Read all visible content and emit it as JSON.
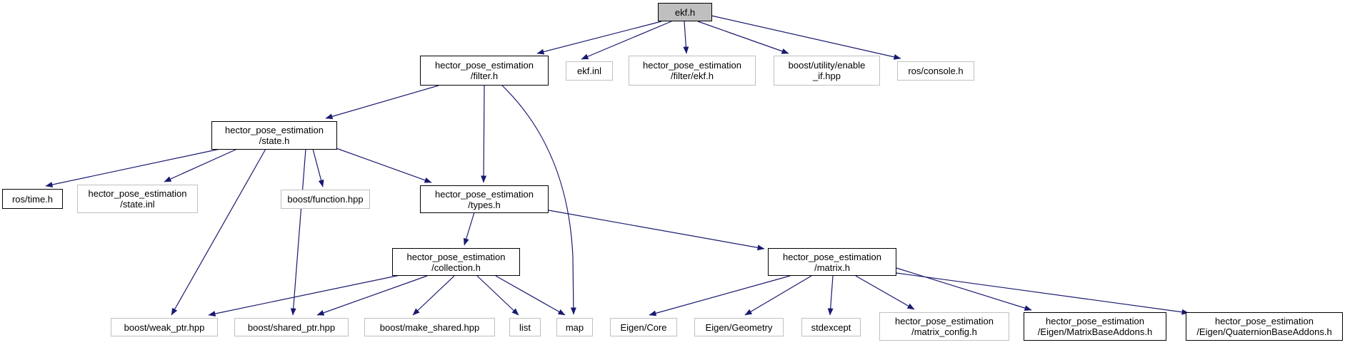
{
  "diagram": {
    "type": "include-dependency-graph",
    "root_file": "ekf.h",
    "colors": {
      "edge": "#191970",
      "node_fill": "#ffffff",
      "root_fill": "#bfbfbf",
      "border_dark": "#000000",
      "border_light": "#c0c0c0",
      "text": "#000000"
    },
    "nodes": [
      {
        "id": "ekf-h",
        "label": "ekf.h"
      },
      {
        "id": "filter-h",
        "label": "hector_pose_estimation\n/filter.h"
      },
      {
        "id": "ekf-inl",
        "label": "ekf.inl"
      },
      {
        "id": "filter-ekf-h",
        "label": "hector_pose_estimation\n/filter/ekf.h"
      },
      {
        "id": "enable-if-hpp",
        "label": "boost/utility/enable\n_if.hpp"
      },
      {
        "id": "ros-console-h",
        "label": "ros/console.h"
      },
      {
        "id": "state-h",
        "label": "hector_pose_estimation\n/state.h"
      },
      {
        "id": "ros-time-h",
        "label": "ros/time.h"
      },
      {
        "id": "state-inl",
        "label": "hector_pose_estimation\n/state.inl"
      },
      {
        "id": "boost-function-hpp",
        "label": "boost/function.hpp"
      },
      {
        "id": "types-h",
        "label": "hector_pose_estimation\n/types.h"
      },
      {
        "id": "collection-h",
        "label": "hector_pose_estimation\n/collection.h"
      },
      {
        "id": "matrix-h",
        "label": "hector_pose_estimation\n/matrix.h"
      },
      {
        "id": "boost-weak-ptr-hpp",
        "label": "boost/weak_ptr.hpp"
      },
      {
        "id": "boost-shared-ptr-hpp",
        "label": "boost/shared_ptr.hpp"
      },
      {
        "id": "boost-make-shared-hpp",
        "label": "boost/make_shared.hpp"
      },
      {
        "id": "list",
        "label": "list"
      },
      {
        "id": "map",
        "label": "map"
      },
      {
        "id": "eigen-core",
        "label": "Eigen/Core"
      },
      {
        "id": "eigen-geometry",
        "label": "Eigen/Geometry"
      },
      {
        "id": "stdexcept",
        "label": "stdexcept"
      },
      {
        "id": "matrix-config-h",
        "label": "hector_pose_estimation\n/matrix_config.h"
      },
      {
        "id": "matrix-base-addons-h",
        "label": "hector_pose_estimation\n/Eigen/MatrixBaseAddons.h"
      },
      {
        "id": "quaternion-base-addons-h",
        "label": "hector_pose_estimation\n/Eigen/QuaternionBaseAddons.h"
      }
    ],
    "edges": [
      {
        "from": "ekf.h",
        "to": "hector_pose_estimation/filter.h"
      },
      {
        "from": "ekf.h",
        "to": "ekf.inl"
      },
      {
        "from": "ekf.h",
        "to": "hector_pose_estimation/filter/ekf.h"
      },
      {
        "from": "ekf.h",
        "to": "boost/utility/enable_if.hpp"
      },
      {
        "from": "ekf.h",
        "to": "ros/console.h"
      },
      {
        "from": "hector_pose_estimation/filter.h",
        "to": "hector_pose_estimation/state.h"
      },
      {
        "from": "hector_pose_estimation/filter.h",
        "to": "hector_pose_estimation/types.h"
      },
      {
        "from": "hector_pose_estimation/filter.h",
        "to": "map"
      },
      {
        "from": "hector_pose_estimation/state.h",
        "to": "ros/time.h"
      },
      {
        "from": "hector_pose_estimation/state.h",
        "to": "hector_pose_estimation/state.inl"
      },
      {
        "from": "hector_pose_estimation/state.h",
        "to": "boost/weak_ptr.hpp"
      },
      {
        "from": "hector_pose_estimation/state.h",
        "to": "boost/shared_ptr.hpp"
      },
      {
        "from": "hector_pose_estimation/state.h",
        "to": "boost/function.hpp"
      },
      {
        "from": "hector_pose_estimation/state.h",
        "to": "hector_pose_estimation/types.h"
      },
      {
        "from": "hector_pose_estimation/types.h",
        "to": "hector_pose_estimation/collection.h"
      },
      {
        "from": "hector_pose_estimation/types.h",
        "to": "hector_pose_estimation/matrix.h"
      },
      {
        "from": "hector_pose_estimation/collection.h",
        "to": "boost/weak_ptr.hpp"
      },
      {
        "from": "hector_pose_estimation/collection.h",
        "to": "boost/shared_ptr.hpp"
      },
      {
        "from": "hector_pose_estimation/collection.h",
        "to": "boost/make_shared.hpp"
      },
      {
        "from": "hector_pose_estimation/collection.h",
        "to": "list"
      },
      {
        "from": "hector_pose_estimation/collection.h",
        "to": "map"
      },
      {
        "from": "hector_pose_estimation/matrix.h",
        "to": "Eigen/Core"
      },
      {
        "from": "hector_pose_estimation/matrix.h",
        "to": "Eigen/Geometry"
      },
      {
        "from": "hector_pose_estimation/matrix.h",
        "to": "stdexcept"
      },
      {
        "from": "hector_pose_estimation/matrix.h",
        "to": "hector_pose_estimation/matrix_config.h"
      },
      {
        "from": "hector_pose_estimation/matrix.h",
        "to": "hector_pose_estimation/Eigen/MatrixBaseAddons.h"
      },
      {
        "from": "hector_pose_estimation/matrix.h",
        "to": "hector_pose_estimation/Eigen/QuaternionBaseAddons.h"
      }
    ]
  }
}
